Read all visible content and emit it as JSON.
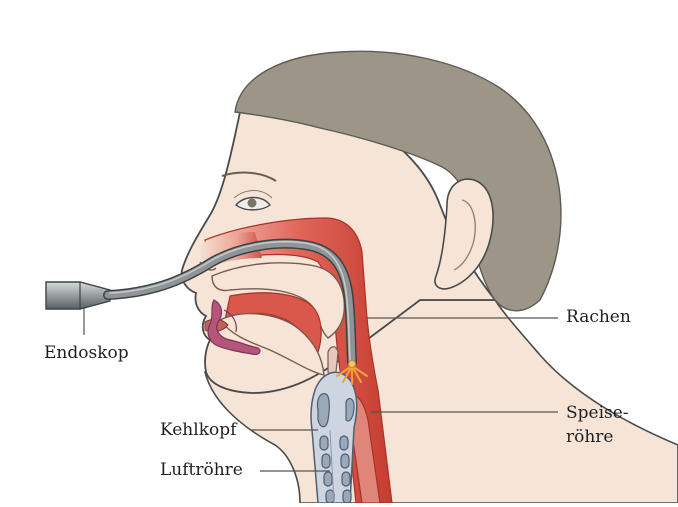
{
  "labels": {
    "endoskop": "Endoskop",
    "rachen": "Rachen",
    "speiseroehre_line1": "Speise-",
    "speiseroehre_line2": "röhre",
    "kehlkopf": "Kehlkopf",
    "luftroehre": "Luftröhre"
  },
  "colors": {
    "skin": "#f6e5d6",
    "hair": "#9c9689",
    "outline": "#4a4a4a",
    "airway": "#d04a3c",
    "airway_light": "#f3c6b8",
    "tube": "#8f9496",
    "cartilage": "#9aa8b8",
    "leader": "#555555"
  }
}
